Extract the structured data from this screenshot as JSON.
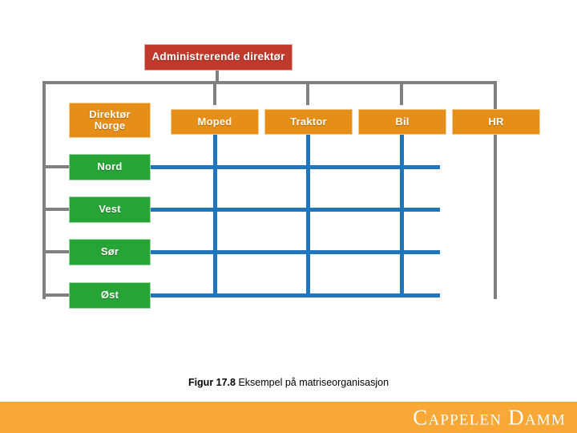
{
  "figure": {
    "caption_number": "Figur 17.8",
    "caption_text": " Eksempel på matriseorganisasjon",
    "type": "matrix-organization-chart"
  },
  "brand": {
    "logo_text": "Cappelen Damm",
    "bar_color": "#F9A838"
  },
  "colors": {
    "top_node": "#C0392B",
    "function_node": "#E58E18",
    "region_node": "#27A436",
    "hierarchy_line": "#808080",
    "matrix_line": "#1F76BC",
    "page_background": "#FFFFFF"
  },
  "chart": {
    "top": {
      "label": "Administrerende direktør",
      "color": "#C0392B"
    },
    "columns": [
      {
        "label": "Direktør Norge",
        "line1": "Direktør",
        "line2": "Norge",
        "color": "#E58E18",
        "matrix_line": false
      },
      {
        "label": "Moped",
        "color": "#E58E18",
        "matrix_line": true
      },
      {
        "label": "Traktor",
        "color": "#E58E18",
        "matrix_line": true
      },
      {
        "label": "Bil",
        "color": "#E58E18",
        "matrix_line": true
      },
      {
        "label": "HR",
        "color": "#E58E18",
        "matrix_line": false
      }
    ],
    "rows": [
      {
        "label": "Nord",
        "color": "#27A436"
      },
      {
        "label": "Vest",
        "color": "#27A436"
      },
      {
        "label": "Sør",
        "color": "#27A436"
      },
      {
        "label": "Øst",
        "color": "#27A436"
      }
    ]
  }
}
